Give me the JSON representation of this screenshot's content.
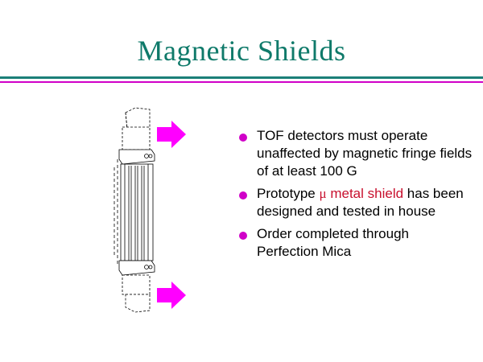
{
  "slide": {
    "title": "Magnetic Shields",
    "colors": {
      "title": "#0f7a6a",
      "rule_teal": "#1b7f78",
      "rule_magenta": "#d000c8",
      "bullet_dot": "#d000c8",
      "arrow": "#ff00ff",
      "highlight": "#c8102e"
    },
    "bullets": [
      {
        "text": "TOF detectors must operate unaffected by magnetic fringe fields of at least 100 G"
      },
      {
        "before": "Prototype ",
        "mu": "μ",
        "highlight": " metal shield",
        "after": " has been designed and tested in house"
      },
      {
        "text": "Order completed through Perfection Mica"
      }
    ],
    "figure_icons": [
      "shield-assembly-drawing",
      "arrow-right-icon",
      "arrow-right-icon"
    ]
  }
}
